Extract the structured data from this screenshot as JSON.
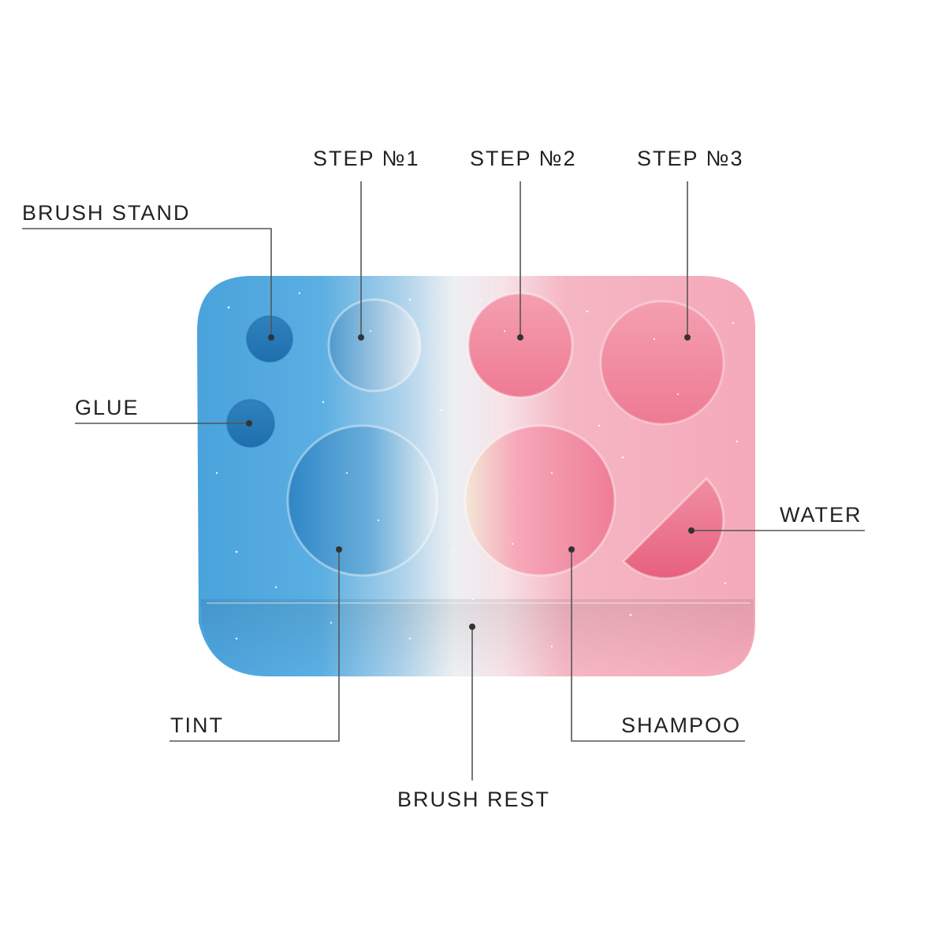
{
  "labels": {
    "brush_stand": "BRUSH STAND",
    "glue": "GLUE",
    "step1": "STEP №1",
    "step2": "STEP №2",
    "step3": "STEP №3",
    "water": "WATER",
    "tint": "TINT",
    "shampoo": "SHAMPOO",
    "brush_rest": "BRUSH REST"
  },
  "colors": {
    "blue": "#3d9ad6",
    "white": "#eef0f2",
    "pink": "#f28ca0",
    "leader_line": "#555555",
    "text": "#222222"
  }
}
